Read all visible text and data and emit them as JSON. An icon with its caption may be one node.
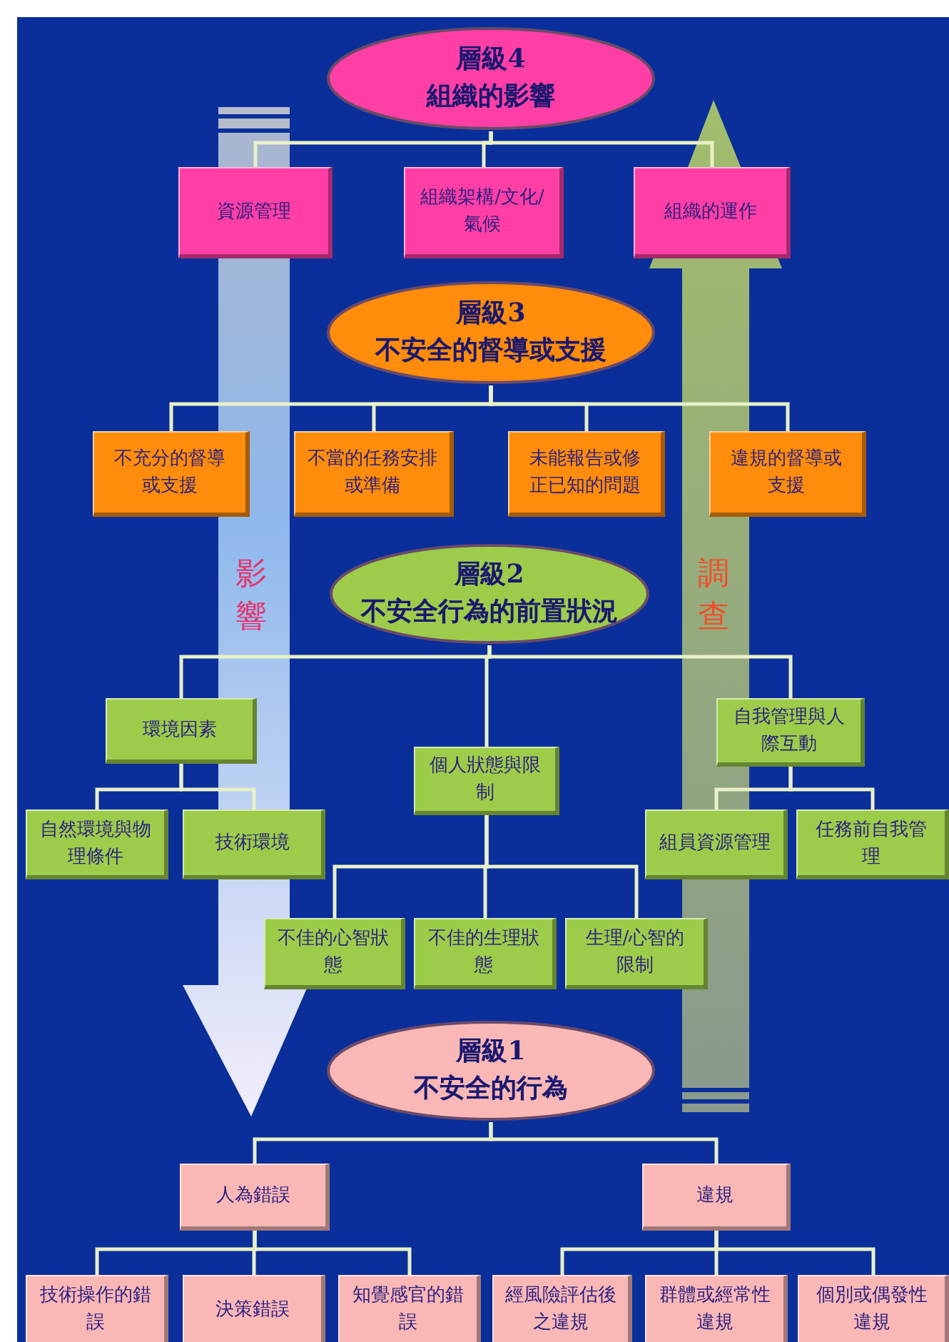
{
  "diagram": {
    "nodes": [
      {
        "text": [
          "層級4",
          "組織的影響"
        ]
      },
      {
        "text": [
          "資源管理"
        ]
      },
      {
        "text": [
          "組織架構/文化/氣候"
        ]
      },
      {
        "text": [
          "組織的運作"
        ]
      },
      {
        "text": [
          "層級3",
          "不安全的督導或支援"
        ]
      },
      {
        "text": [
          "不充分的督導或支援"
        ]
      },
      {
        "text": [
          "不當的任務安排或準備"
        ]
      },
      {
        "text": [
          "未能報告或修正已知的問題"
        ]
      },
      {
        "text": [
          "違規的督導或支援"
        ]
      },
      {
        "text": [
          "層級2",
          "不安全行為的前置狀況"
        ]
      },
      {
        "text": [
          "環境因素"
        ]
      },
      {
        "text": [
          "個人狀態與限制"
        ]
      },
      {
        "text": [
          "自我管理與人際互動"
        ]
      },
      {
        "text": [
          "自然環境與物理條件"
        ]
      },
      {
        "text": [
          "技術環境"
        ]
      },
      {
        "text": [
          "組員資源管理"
        ]
      },
      {
        "text": [
          "任務前自我管理"
        ]
      },
      {
        "text": [
          "不佳的心智狀態"
        ]
      },
      {
        "text": [
          "不佳的生理狀態"
        ]
      },
      {
        "text": [
          "生理/心智的限制"
        ]
      },
      {
        "text": [
          "層級1",
          "不安全的行為"
        ]
      },
      {
        "text": [
          "人為錯誤"
        ]
      },
      {
        "text": [
          "違規"
        ]
      },
      {
        "text": [
          "技術操作的錯誤"
        ]
      },
      {
        "text": [
          "決策錯誤"
        ]
      },
      {
        "text": [
          "知覺感官的錯誤"
        ]
      },
      {
        "text": [
          "經風險評估後之違規"
        ]
      },
      {
        "text": [
          "群體或經常性違規"
        ]
      },
      {
        "text": [
          "個別或偶發性違規"
        ]
      }
    ],
    "edges": [
      {
        "from": 0,
        "to": 1,
        "arrow": "none"
      },
      {
        "from": 0,
        "to": 2,
        "arrow": "none"
      },
      {
        "from": 0,
        "to": 3,
        "arrow": "none"
      },
      {
        "from": 4,
        "to": 5,
        "arrow": "none"
      },
      {
        "from": 4,
        "to": 6,
        "arrow": "none"
      },
      {
        "from": 4,
        "to": 7,
        "arrow": "none"
      },
      {
        "from": 4,
        "to": 8,
        "arrow": "none"
      },
      {
        "from": 9,
        "to": 10,
        "arrow": "none"
      },
      {
        "from": 9,
        "to": 11,
        "arrow": "none"
      },
      {
        "from": 9,
        "to": 12,
        "arrow": "none"
      },
      {
        "from": 10,
        "to": 13,
        "arrow": "none"
      },
      {
        "from": 10,
        "to": 14,
        "arrow": "none"
      },
      {
        "from": 12,
        "to": 15,
        "arrow": "none"
      },
      {
        "from": 12,
        "to": 16,
        "arrow": "none"
      },
      {
        "from": 11,
        "to": 17,
        "arrow": "none"
      },
      {
        "from": 11,
        "to": 18,
        "arrow": "none"
      },
      {
        "from": 11,
        "to": 19,
        "arrow": "none"
      },
      {
        "from": 20,
        "to": 21,
        "arrow": "none"
      },
      {
        "from": 20,
        "to": 22,
        "arrow": "none"
      },
      {
        "from": 21,
        "to": 23,
        "arrow": "none"
      },
      {
        "from": 21,
        "to": 24,
        "arrow": "none"
      },
      {
        "from": 21,
        "to": 25,
        "arrow": "none"
      },
      {
        "from": 22,
        "to": 26,
        "arrow": "none"
      },
      {
        "from": 22,
        "to": 27,
        "arrow": "none"
      },
      {
        "from": 22,
        "to": 28,
        "arrow": "none"
      }
    ],
    "labels": [
      "影響",
      "調查"
    ]
  }
}
